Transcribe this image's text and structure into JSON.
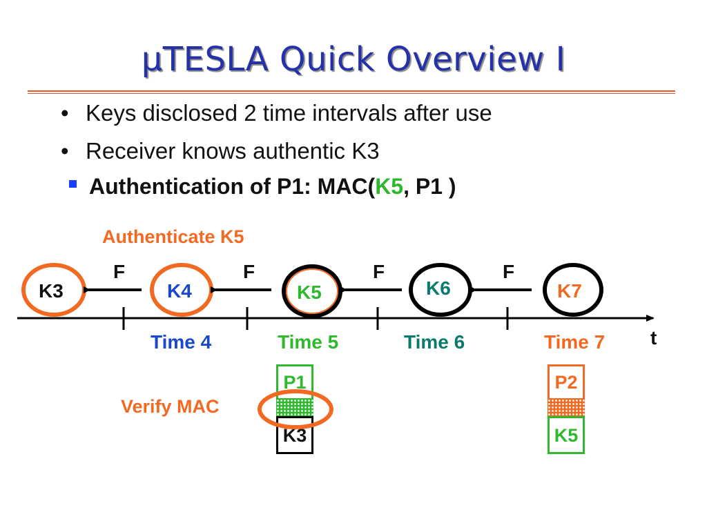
{
  "title": "μTESLA Quick Overview I",
  "bullets": [
    "Keys disclosed 2 time intervals after use",
    "Receiver knows authentic K3"
  ],
  "sub_bullet": {
    "prefix": "Authentication of P1: MAC(",
    "key": "K5",
    "suffix": ", P1 )"
  },
  "annotations": {
    "authenticate": "Authenticate K5",
    "verify": "Verify MAC"
  },
  "keys": [
    "K3",
    "K4",
    "K5",
    "K6",
    "K7"
  ],
  "function_label": "F",
  "time_labels": [
    "Time 4",
    "Time 5",
    "Time 6",
    "Time 7"
  ],
  "axis_label": "t",
  "packets": {
    "p1": {
      "top": "P1",
      "bottom": "K3"
    },
    "p2": {
      "top": "P2",
      "bottom": "K5"
    }
  },
  "colors": {
    "title": "#2431a8",
    "orange": "#f26a22",
    "green": "#2db82d",
    "blue": "#1a48cc",
    "teal": "#0a7a6a"
  }
}
